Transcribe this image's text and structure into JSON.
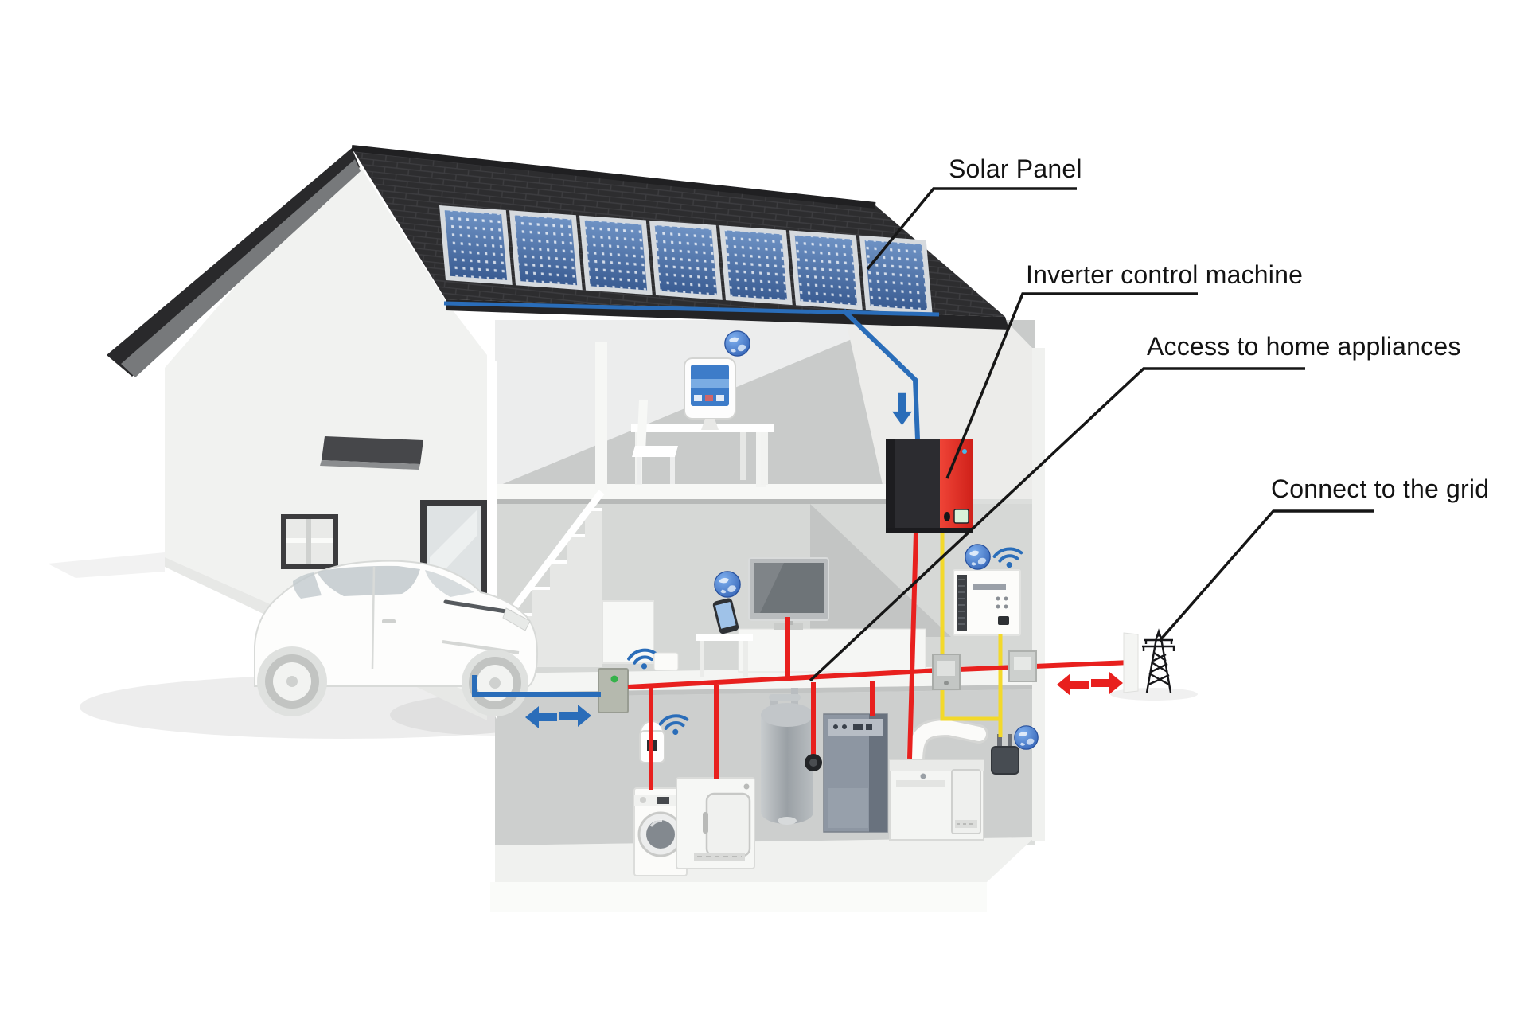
{
  "meta": {
    "type": "cutaway-diagram",
    "subject": "Residential solar energy system in a house"
  },
  "labels": {
    "solar_panel": "Solar Panel",
    "inverter": "Inverter control machine",
    "appliances": "Access to home appliances",
    "grid": "Connect to the grid"
  },
  "solar": {
    "panel_count": 7
  },
  "colors": {
    "dc_wire_blue": "#2a6db9",
    "ac_wire_red": "#e8201e",
    "backup_wire_yellow": "#f3d92b",
    "inverter_red": "#e03026",
    "inverter_black": "#2c2c30",
    "roof_dark": "#2d2d2f",
    "panel_cell_blue": "#4a6fa5",
    "label_text": "#131313"
  },
  "components": [
    "solar-panel-array",
    "roof",
    "inverter-control-machine",
    "battery-backup-unit",
    "energy-meter",
    "grid-meter",
    "junction-box",
    "wall-energy-monitor",
    "washing-machine",
    "dryer",
    "water-tank",
    "boiler",
    "heat-pump",
    "smart-plug",
    "tv",
    "desktop-monitor",
    "smartphone",
    "router",
    "electric-car",
    "grid-tower"
  ],
  "icons": {
    "globe": "globe-icon",
    "wifi": "wifi-icon",
    "arrow_down": "down-arrow-icon",
    "arrow_double_blue": "blue-double-arrow-icon",
    "arrow_double_red": "red-double-arrow-icon"
  }
}
